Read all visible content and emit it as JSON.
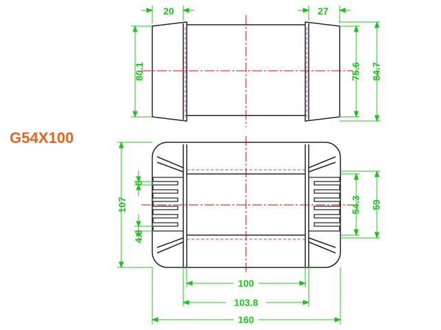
{
  "title": {
    "text": "G54X100",
    "color": "#e8641c"
  },
  "colors": {
    "outline": "#202020",
    "dimension": "#22c122",
    "centerline": "#e00000",
    "hidden": "#d020d0"
  },
  "dims": {
    "top_left_width": "20",
    "top_right_width": "27",
    "top_inner_height": "80.1",
    "top_height_a": "75.6",
    "top_height_b": "84.7",
    "front_total_height": "107",
    "front_slot": "6",
    "front_gap": "4.9",
    "front_window": "54.3",
    "front_outer": "59",
    "front_width_inner": "100",
    "front_width_mid": "103.8",
    "front_width_total": "160"
  }
}
